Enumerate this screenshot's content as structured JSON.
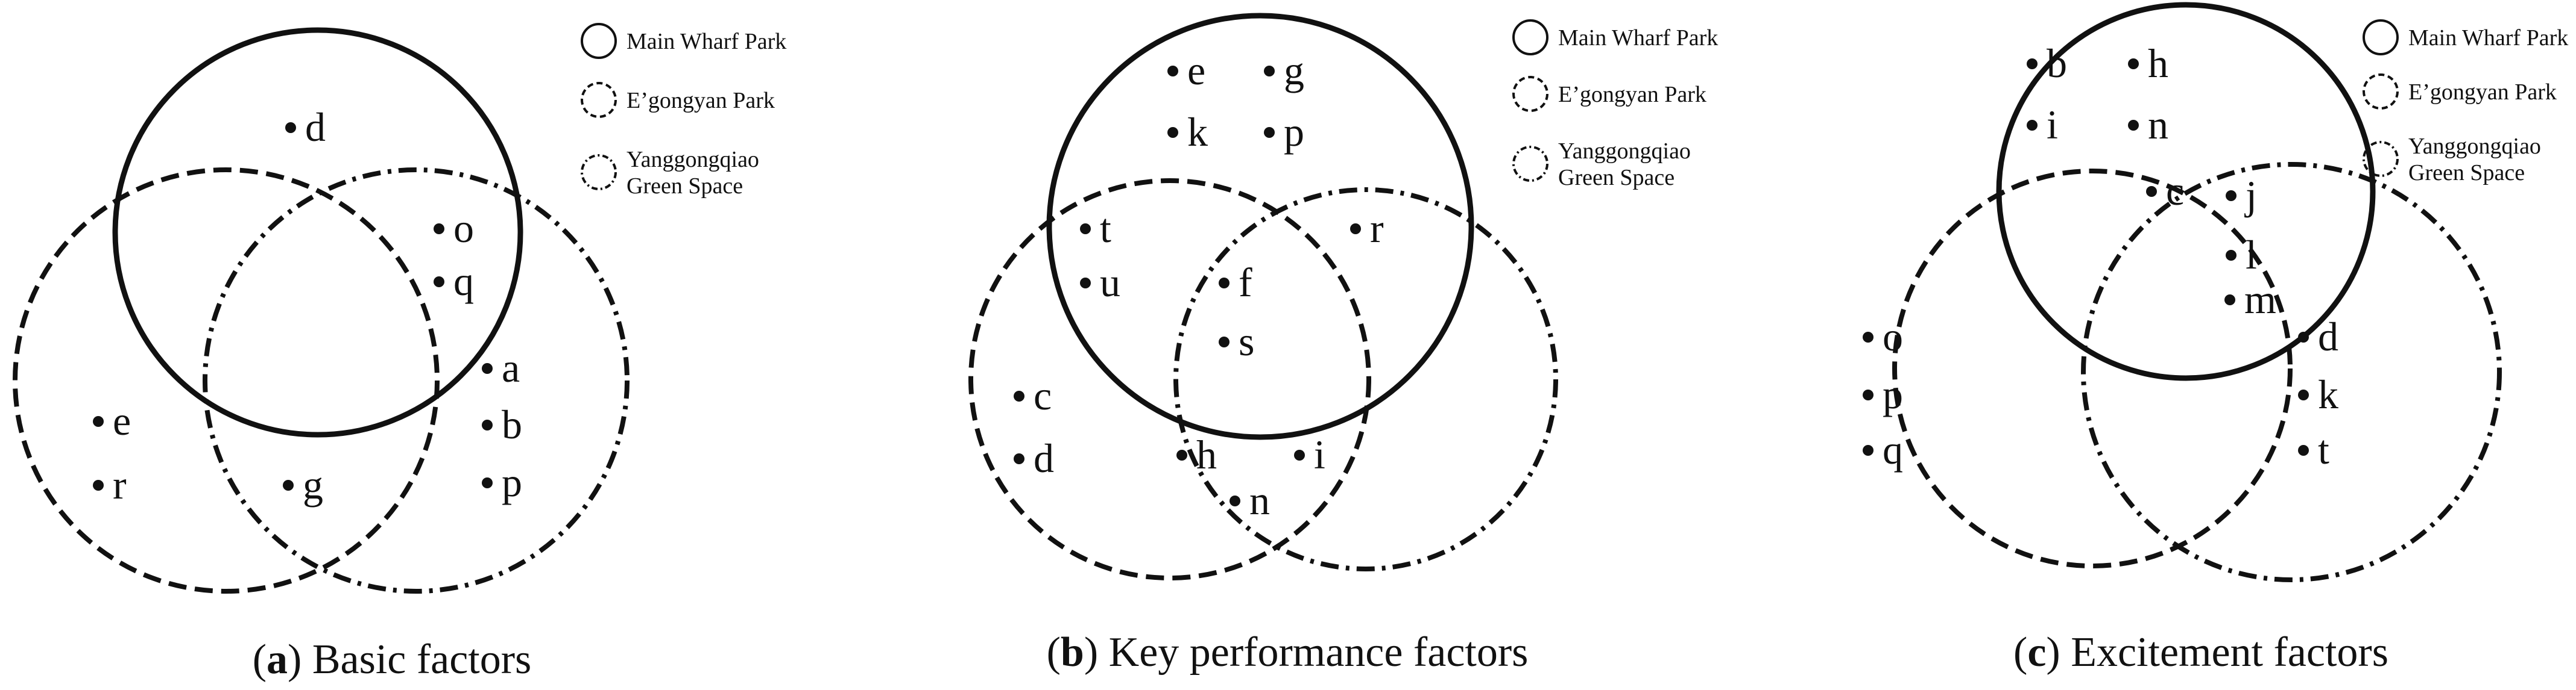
{
  "colors": {
    "ink": "#111111",
    "background": "#ffffff"
  },
  "line_styles": {
    "main_wharf": "solid",
    "egongyan": "dashed",
    "yanggongqiao": "dash-dot"
  },
  "diagrams": [
    {
      "id": "a",
      "caption": {
        "letter": "a",
        "open": "(",
        "close": ")",
        "title": " Basic factors"
      },
      "legend": [
        {
          "style": "solid",
          "lines": [
            "Main Wharf Park"
          ]
        },
        {
          "style": "dashed",
          "lines": [
            "E’gongyan Park"
          ]
        },
        {
          "style": "dash-dot",
          "lines": [
            "Yanggongqiao",
            "Green Space"
          ]
        }
      ],
      "items": [
        "d",
        "o",
        "q",
        "a",
        "b",
        "p",
        "e",
        "r",
        "g"
      ]
    },
    {
      "id": "b",
      "caption": {
        "letter": "b",
        "open": "(",
        "close": ")",
        "title": " Key performance factors"
      },
      "legend": [
        {
          "style": "solid",
          "lines": [
            "Main Wharf Park"
          ]
        },
        {
          "style": "dashed",
          "lines": [
            "E’gongyan Park"
          ]
        },
        {
          "style": "dash-dot",
          "lines": [
            "Yanggongqiao",
            "Green Space"
          ]
        }
      ],
      "items": [
        "e",
        "g",
        "k",
        "p",
        "t",
        "u",
        "r",
        "f",
        "s",
        "c",
        "d",
        "h",
        "i",
        "n"
      ]
    },
    {
      "id": "c",
      "caption": {
        "letter": "c",
        "open": "(",
        "close": ")",
        "title": " Excitement factors"
      },
      "legend": [
        {
          "style": "solid",
          "lines": [
            "Main Wharf Park"
          ]
        },
        {
          "style": "dashed",
          "lines": [
            "E’gongyan Park"
          ]
        },
        {
          "style": "dash-dot",
          "lines": [
            "Yanggongqiao",
            "Green Space"
          ]
        }
      ],
      "items": [
        "b",
        "h",
        "i",
        "n",
        "c",
        "j",
        "l",
        "m",
        "o",
        "p",
        "q",
        "d",
        "k",
        "t"
      ]
    }
  ]
}
